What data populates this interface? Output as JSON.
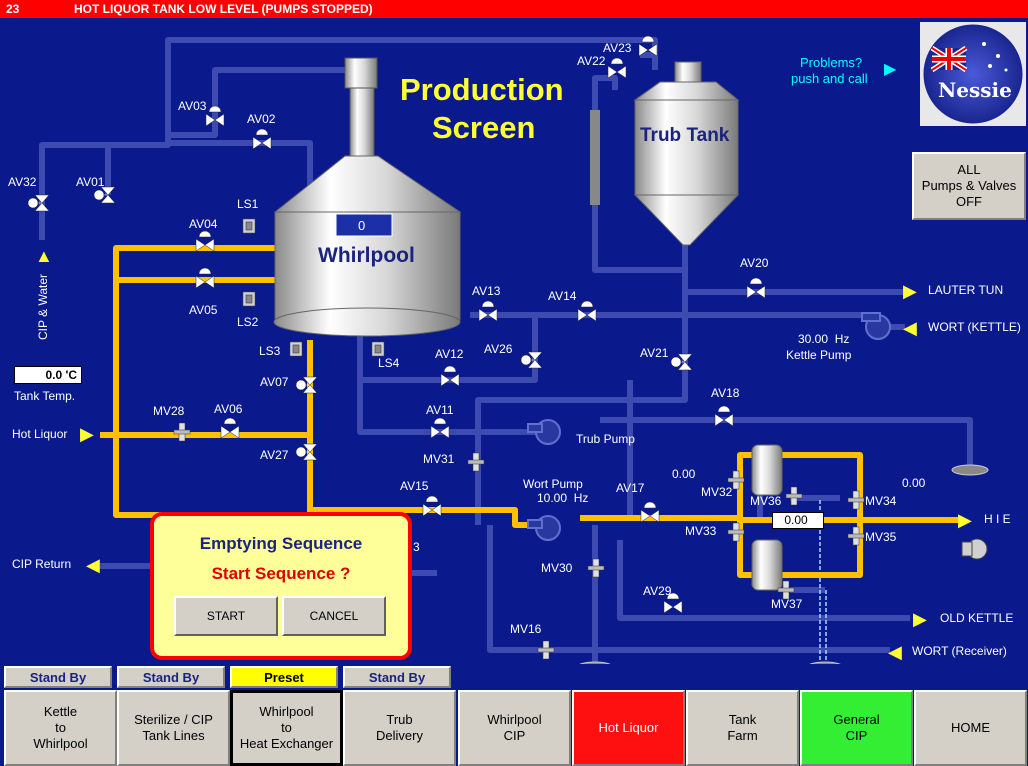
{
  "alarm": {
    "number": "23",
    "message": "HOT LIQUOR TANK LOW LEVEL (PUMPS STOPPED)"
  },
  "screen": {
    "title_line1": "Production",
    "title_line2": "Screen"
  },
  "help": {
    "line1": "Problems?",
    "line2": "push and call",
    "logo_text": "Nessie"
  },
  "all_off": {
    "line1": "ALL",
    "line2": "Pumps & Valves",
    "line3": "OFF"
  },
  "vessels": {
    "whirlpool": "Whirlpool",
    "whirlpool_level": "0",
    "trub_tank": "Trub Tank"
  },
  "valves": {
    "AV01": "AV01",
    "AV02": "AV02",
    "AV03": "AV03",
    "AV04": "AV04",
    "AV05": "AV05",
    "AV06": "AV06",
    "AV07": "AV07",
    "AV11": "AV11",
    "AV12": "AV12",
    "AV13": "AV13",
    "AV14": "AV14",
    "AV15": "AV15",
    "AV17": "AV17",
    "AV18": "AV18",
    "AV20": "AV20",
    "AV21": "AV21",
    "AV22": "AV22",
    "AV23": "AV23",
    "AV26": "AV26",
    "AV27": "AV27",
    "AV29": "AV29",
    "AV32": "AV32",
    "MV16": "MV16",
    "MV28": "MV28",
    "MV30": "MV30",
    "MV31": "MV31",
    "MV32": "MV32",
    "MV33": "MV33",
    "MV34": "MV34",
    "MV35": "MV35",
    "MV36": "MV36",
    "MV37": "MV37",
    "LS1": "LS1",
    "LS2": "LS2",
    "LS3": "LS3",
    "LS4": "LS4",
    "partial": "3"
  },
  "destinations": {
    "cip_water": "CIP & Water",
    "hot_liquor": "Hot Liquor",
    "cip_return": "CIP Return",
    "lauter_tun": "LAUTER TUN",
    "wort_kettle": "WORT (KETTLE)",
    "hie": "H I E",
    "old_kettle": "OLD KETTLE",
    "wort_receiver": "WORT (Receiver)"
  },
  "pumps": {
    "kettle_freq": "30.00",
    "kettle_unit": "Hz",
    "kettle_name": "Kettle Pump",
    "trub_name": "Trub Pump",
    "wort_name": "Wort Pump",
    "wort_freq": "10.00",
    "wort_unit": "Hz"
  },
  "readings": {
    "tank_temp": "0.0 'C",
    "tank_temp_label": "Tank Temp.",
    "flow1": "0.00",
    "flow2": "0.00",
    "hx_value": "0.00"
  },
  "dialog": {
    "title": "Emptying Sequence",
    "prompt": "Start Sequence ?",
    "start": "START",
    "cancel": "CANCEL"
  },
  "status": [
    "Stand By",
    "Stand By",
    "Preset",
    "Stand By"
  ],
  "nav": [
    "Kettle\nto\nWhirlpool",
    "Sterilize / CIP\nTank Lines",
    "Whirlpool\nto\nHeat Exchanger",
    "Trub\nDelivery",
    "Whirlpool\nCIP",
    "Hot Liquor",
    "Tank\nFarm",
    "General\nCIP",
    "HOME"
  ],
  "colors": {
    "background": "#0a1a8c",
    "pipe_blue": "#3d4ab0",
    "pipe_yellow": "#ffc000",
    "alarm": "#ff0000",
    "preset": "#ffff00",
    "hot_liquor": "#ff1010",
    "general_cip": "#33ee33"
  }
}
